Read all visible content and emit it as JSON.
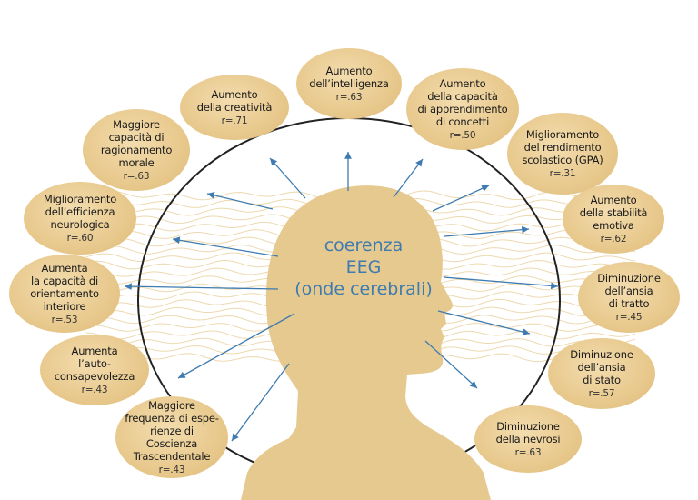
{
  "center": {
    "line1": "coerenza",
    "line2": "EEG",
    "line3": "(onde cerebrali)"
  },
  "colors": {
    "bubble": "#e8c98d",
    "head": "#e6c98f",
    "arrow": "#3d7bb0",
    "text_blue": "#3d7bb0",
    "ellipse": "#222222"
  },
  "effects": [
    {
      "title": [
        "Aumento",
        "della creatività"
      ],
      "r": "r=.71"
    },
    {
      "title": [
        "Aumento",
        "dell’intelligenza"
      ],
      "r": "r=.63"
    },
    {
      "title": [
        "Aumento",
        "della capacità",
        "di apprendimento",
        "di concetti"
      ],
      "r": "r=.50"
    },
    {
      "title": [
        "Miglioramento",
        "del rendimento",
        "scolastico (GPA)"
      ],
      "r": "r=.31"
    },
    {
      "title": [
        "Aumento",
        "della stabilità",
        "emotiva"
      ],
      "r": "r=.62"
    },
    {
      "title": [
        "Diminuzione",
        "dell’ansia",
        "di tratto"
      ],
      "r": "r=.45"
    },
    {
      "title": [
        "Diminuzione",
        "dell’ansia",
        "di stato"
      ],
      "r": "r=.57"
    },
    {
      "title": [
        "Diminuzione",
        "della nevrosi"
      ],
      "r": "r=.63"
    },
    {
      "title": [
        "Maggiore",
        "frequenza di espe-",
        "rienze di Coscienza",
        "Trascendentale"
      ],
      "r": "r=.43"
    },
    {
      "title": [
        "Aumenta",
        "l’auto-",
        "consapevolezza"
      ],
      "r": "r=.43"
    },
    {
      "title": [
        "Aumenta",
        "la capacità di",
        "orientamento",
        "interiore"
      ],
      "r": "r=.53"
    },
    {
      "title": [
        "Miglioramento",
        "dell’efficienza",
        "neurologica"
      ],
      "r": "r=.60"
    },
    {
      "title": [
        "Maggiore",
        "capacità di",
        "ragionamento",
        "morale"
      ],
      "r": "r=.63"
    }
  ]
}
